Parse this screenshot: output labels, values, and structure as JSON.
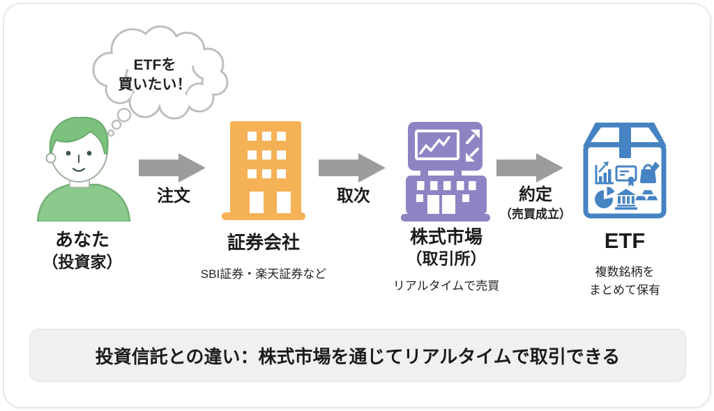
{
  "thought_bubble": {
    "line1": "ETFを",
    "line2": "買いたい！"
  },
  "flow": {
    "investor": {
      "title": "あなた",
      "subtitle": "（投資家）"
    },
    "broker": {
      "title": "証券会社",
      "note": "SBI証券・楽天証券など"
    },
    "market": {
      "title": "株式市場",
      "subtitle": "（取引所）",
      "note": "リアルタイムで売買"
    },
    "etf": {
      "title": "ETF",
      "note_line1": "複数銘柄を",
      "note_line2": "まとめて保有"
    },
    "arrows": [
      {
        "label": "注文"
      },
      {
        "label": "取次"
      },
      {
        "label": "約定",
        "sublabel": "（売買成立）"
      }
    ]
  },
  "banner": {
    "text": "投資信託との違い：株式市場を通じてリアルタイムで取引できる"
  },
  "colors": {
    "person_green": "#8BC98D",
    "hair_green": "#7CC17E",
    "broker_orange": "#F5B155",
    "market_purple": "#9083C4",
    "etf_blue": "#4583C3",
    "arrow_gray": "#9C9C9C",
    "bubble_outline": "#BDBDBD",
    "banner_bg": "#F1F0EE",
    "text_dark": "#1B1B1B"
  },
  "icons": {
    "investor": "person-icon",
    "broker": "office-building-icon",
    "market": "stock-exchange-icon",
    "etf": "package-box-icon",
    "flow_arrow": "arrow-right-icon",
    "bubble": "thought-bubble-icon"
  }
}
